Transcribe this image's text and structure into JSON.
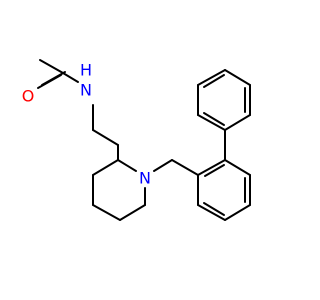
{
  "molecule": {
    "atoms": {
      "oxygen": {
        "symbol": "O",
        "color": "#ff0000"
      },
      "amide_nitrogen": {
        "symbol": "N",
        "color": "#0000ff"
      },
      "amide_hydrogen": {
        "symbol": "H",
        "color": "#0000ff"
      },
      "ring_nitrogen": {
        "symbol": "N",
        "color": "#0000ff"
      }
    },
    "bond_color": "#000000"
  }
}
